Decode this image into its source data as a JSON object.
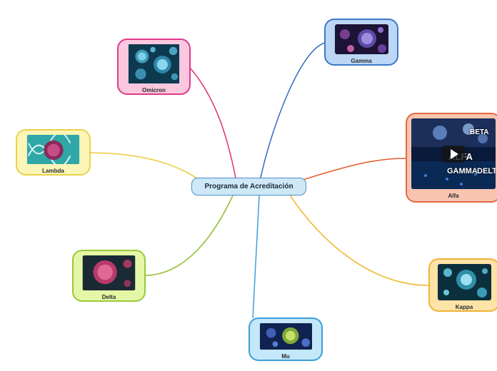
{
  "central_topic": "Programa de Acreditación",
  "branches": [
    {
      "id": "omicron",
      "label": "Omicron",
      "image": "virus-particles-teal",
      "fill": "#f9c8df",
      "border": "#e0398a",
      "line": "#e0306e"
    },
    {
      "id": "gamma",
      "label": "Gamma",
      "image": "virus-particles-purple",
      "fill": "#bcd6f5",
      "border": "#3c78c9",
      "line": "#2f6cc0"
    },
    {
      "id": "alfa",
      "label": "Alfa",
      "image": "video-thumbnail",
      "fill": "#f8c4b0",
      "border": "#e36a44",
      "line": "#e35a2a"
    },
    {
      "id": "lambda",
      "label": "Lambda",
      "image": "virus-dna-helix",
      "fill": "#fbf5b8",
      "border": "#e8d248",
      "line": "#eccb3a"
    },
    {
      "id": "kappa",
      "label": "Kappa",
      "image": "virus-particles-cyan",
      "fill": "#fde3a6",
      "border": "#f0b23a",
      "line": "#f2b21e"
    },
    {
      "id": "delta",
      "label": "Delta",
      "image": "virus-pink-sphere",
      "fill": "#e4f7a6",
      "border": "#9ac83a",
      "line": "#8fbc2e"
    },
    {
      "id": "mu",
      "label": "Mu",
      "image": "virus-particles-green-blue",
      "fill": "#c5e7fa",
      "border": "#3a9ed8",
      "line": "#3f9ed8"
    }
  ],
  "video_thumbnail": {
    "words": [
      "ALFA",
      "BETA",
      "GAMMA",
      "DELTA"
    ],
    "play_icon": "play-icon"
  }
}
